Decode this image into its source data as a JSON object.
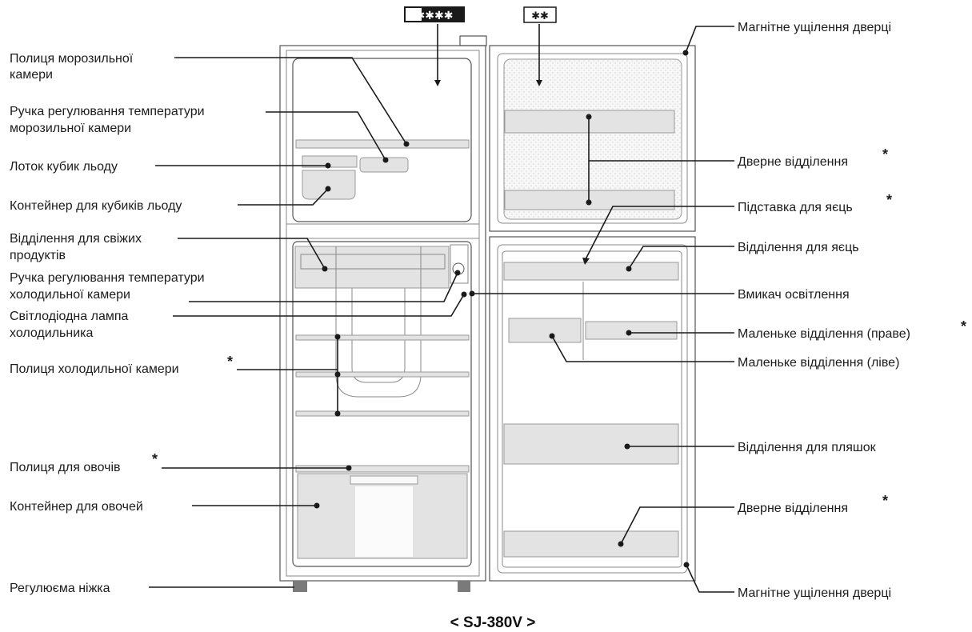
{
  "badges": {
    "freezer": "✱✱✱✱",
    "door": "✱✱"
  },
  "labels": {
    "freezer_shelf_1": "Полиця морозильної",
    "freezer_shelf_2": "камери",
    "freezer_knob_1": "Ручка регулювання температури",
    "freezer_knob_2": "морозильної камери",
    "ice_tray": "Лоток кубик льоду",
    "ice_box": "Контейнер для кубиків льоду",
    "fresh_1": "Відділення для свіжих",
    "fresh_2": "продуктів",
    "fridge_knob_1": "Ручка регулювання температури",
    "fridge_knob_2": "холодильної камери",
    "led_1": "Світлодіодна лампа",
    "led_2": "холодильника",
    "fridge_shelf": "Полиця холодильної камери",
    "veg_shelf": "Полиця для овочів",
    "veg_box": "Контейнер для овочей",
    "foot": "Регулюєма ніжка",
    "gasket_top": "Магнітне ущілення дверці",
    "door_pocket_top": "Дверне відділення",
    "egg_stand": "Підставка для яєць",
    "egg_compartment": "Відділення для яєць",
    "light_switch": "Вмикач освітлення",
    "small_right": "Маленьке відділення (праве)",
    "small_left": "Маленьке відділення (ліве)",
    "bottle": "Відділення для пляшок",
    "door_pocket_bottom": "Дверне відділення",
    "gasket_bottom": "Магнітне ущілення дверці"
  },
  "star": "*",
  "model": "< SJ-380V >"
}
